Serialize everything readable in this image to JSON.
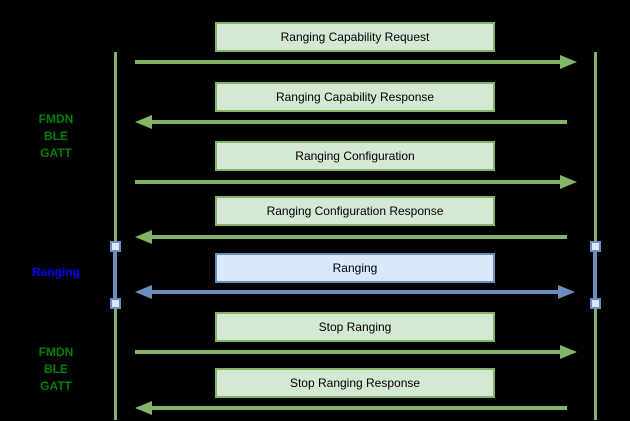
{
  "diagram": {
    "type": "sequence-diagram",
    "background": "#000000",
    "colors": {
      "green_fill": "#d5e8d4",
      "green_stroke": "#82b366",
      "blue_fill": "#dae8fc",
      "blue_stroke": "#6c8ebf",
      "green_label_text": "#008000",
      "blue_label_text": "#0000ff",
      "box_text": "#000000"
    },
    "phases": [
      {
        "name": "fmdn-ble-gatt-top",
        "lines": {
          "0": "FMDN",
          "1": "BLE",
          "2": "GATT"
        },
        "color": "green"
      },
      {
        "name": "ranging",
        "lines": {
          "0": "Ranging"
        },
        "color": "blue"
      },
      {
        "name": "fmdn-ble-gatt-bottom",
        "lines": {
          "0": "FMDN",
          "1": "BLE",
          "2": "GATT"
        },
        "color": "green"
      }
    ],
    "lifelines": [
      {
        "name": "left-participant-lifeline"
      },
      {
        "name": "right-participant-lifeline"
      }
    ],
    "messages": [
      {
        "label": "Ranging Capability Request",
        "direction": "right",
        "style": "green"
      },
      {
        "label": "Ranging Capability Response",
        "direction": "left",
        "style": "green"
      },
      {
        "label": "Ranging Configuration",
        "direction": "right",
        "style": "green"
      },
      {
        "label": "Ranging Configuration Response",
        "direction": "left",
        "style": "green"
      },
      {
        "label": "Ranging",
        "direction": "both",
        "style": "blue"
      },
      {
        "label": "Stop Ranging",
        "direction": "right",
        "style": "green"
      },
      {
        "label": "Stop Ranging Response",
        "direction": "left",
        "style": "green"
      }
    ]
  }
}
